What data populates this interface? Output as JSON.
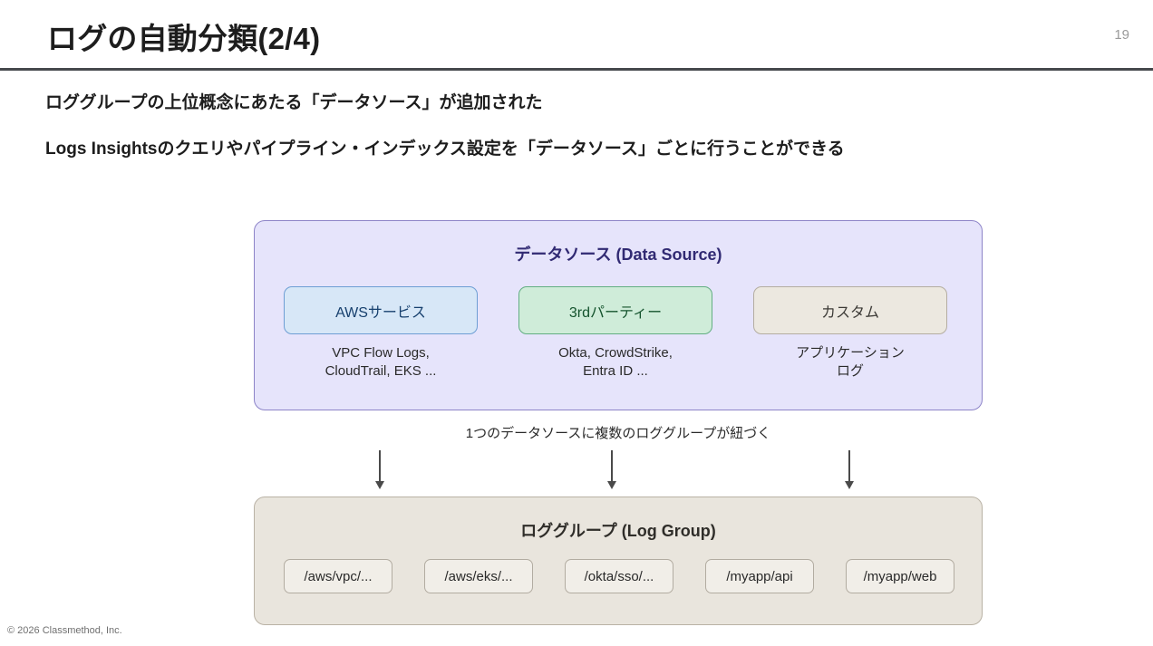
{
  "header": {
    "title": "ログの自動分類(2/4)",
    "page_number": "19"
  },
  "body": {
    "bullets": [
      "ロググループの上位概念にあたる「データソース」が追加された",
      "Logs Insightsのクエリやパイプライン・インデックス設定を「データソース」ごとに行うことができる"
    ]
  },
  "diagram": {
    "data_source_panel": {
      "title": "データソース (Data Source)",
      "fill_color": "#e6e4fb",
      "border_color": "#8d84c8",
      "title_color": "#312a73",
      "items": [
        {
          "label": "AWSサービス",
          "caption": "VPC Flow Logs,\nCloudTrail, EKS ...",
          "fill_color": "#d7e7f7",
          "border_color": "#6e9ed4",
          "text_color": "#17406e"
        },
        {
          "label": "3rdパーティー",
          "caption": "Okta, CrowdStrike,\nEntra ID ...",
          "fill_color": "#cfecd9",
          "border_color": "#62ae82",
          "text_color": "#14532d"
        },
        {
          "label": "カスタム",
          "caption": "アプリケーション\nログ",
          "fill_color": "#ece8e0",
          "border_color": "#b4ada1",
          "text_color": "#3c3a36"
        }
      ]
    },
    "connector": {
      "note": "1つのデータソースに複数のロググループが紐づく",
      "arrow_count": 3,
      "arrow_color": "#4a4a4a"
    },
    "log_group_panel": {
      "title": "ロググループ (Log Group)",
      "fill_color": "#e9e5dd",
      "border_color": "#b9b2a5",
      "title_color": "#2f2d29",
      "chips": [
        "/aws/vpc/...",
        "/aws/eks/...",
        "/okta/sso/...",
        "/myapp/api",
        "/myapp/web"
      ]
    }
  },
  "footer": {
    "copyright": "© 2026 Classmethod, Inc."
  }
}
